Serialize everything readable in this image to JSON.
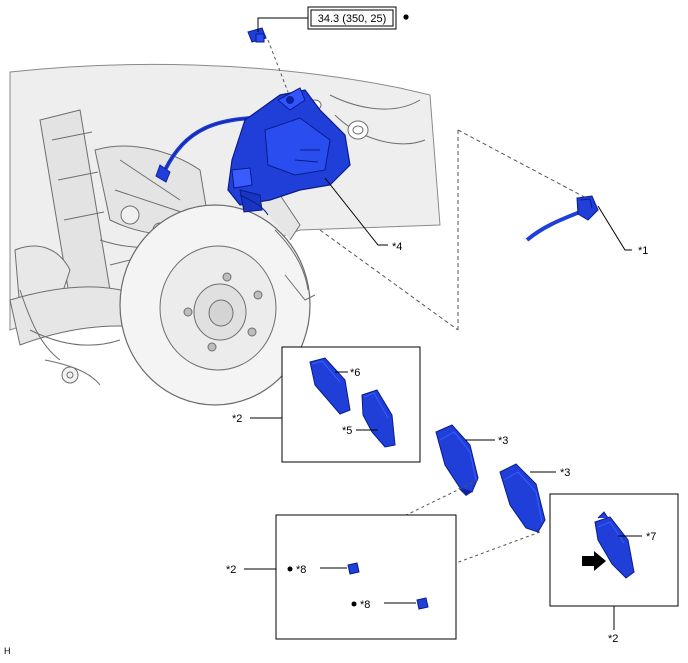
{
  "torque": {
    "value": "34.3 (350, 25)"
  },
  "labels": {
    "c1": "*1",
    "c2a": "*2",
    "c2b": "*2",
    "c2c": "*2",
    "c3a": "*3",
    "c3b": "*3",
    "c4": "*4",
    "c5": "*5",
    "c6": "*6",
    "c7": "*7",
    "c8a": "*8",
    "c8b": "*8"
  },
  "corner_code": "H",
  "colors": {
    "part_blue": "#1f3fd8",
    "part_blue_dark": "#0d22a0",
    "line_gray": "#555555",
    "outline": "#000000"
  }
}
